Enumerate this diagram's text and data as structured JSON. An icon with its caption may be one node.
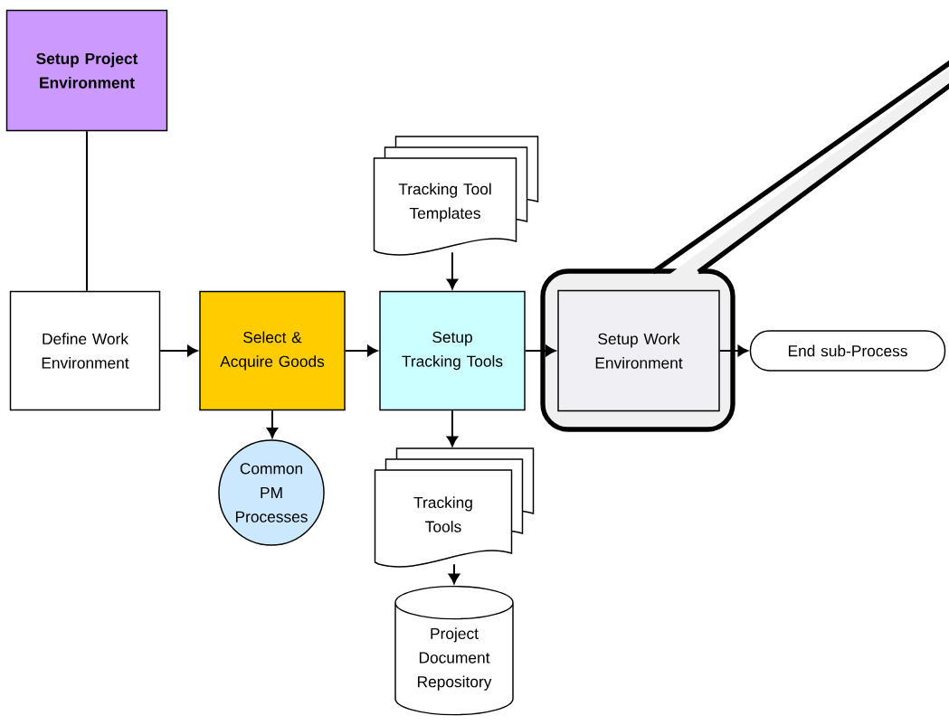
{
  "diagram": {
    "nodes": [
      {
        "text": [
          "Setup Project Environment"
        ]
      },
      {
        "text": [
          "Define Work Environment"
        ]
      },
      {
        "text": [
          "Select & Acquire Goods"
        ]
      },
      {
        "text": [
          "Tracking Tool Templates"
        ]
      },
      {
        "text": [
          "Setup Tracking Tools"
        ]
      },
      {
        "text": [
          "Setup Work Environment"
        ]
      },
      {
        "text": [
          "End sub-Process"
        ]
      },
      {
        "text": [
          "Common PM Processes"
        ]
      },
      {
        "text": [
          "Tracking Tools"
        ]
      },
      {
        "text": [
          "Project Document Repository"
        ]
      }
    ],
    "edges": [
      {
        "from": 0,
        "to": 1,
        "arrow": "none"
      },
      {
        "from": 1,
        "to": 2,
        "arrow": "to"
      },
      {
        "from": 2,
        "to": 4,
        "arrow": "to"
      },
      {
        "from": 3,
        "to": 4,
        "arrow": "to"
      },
      {
        "from": 4,
        "to": 5,
        "arrow": "to"
      },
      {
        "from": 5,
        "to": 6,
        "arrow": "to"
      },
      {
        "from": 2,
        "to": 7,
        "arrow": "to"
      },
      {
        "from": 4,
        "to": 8,
        "arrow": "to"
      },
      {
        "from": 8,
        "to": 9,
        "arrow": "to"
      }
    ]
  }
}
